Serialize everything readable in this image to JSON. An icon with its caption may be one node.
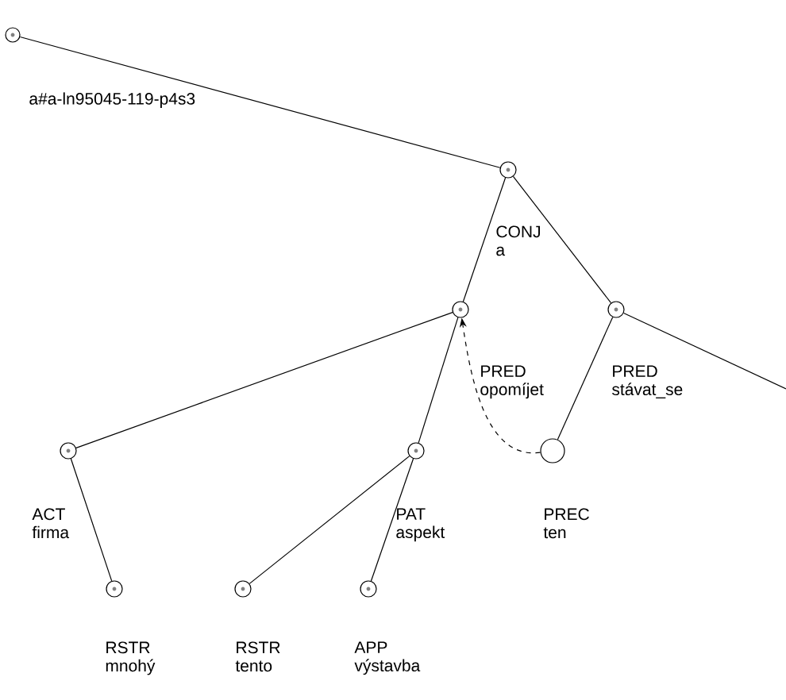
{
  "diagram": {
    "nodes": [
      {
        "text": [
          "a#a-ln95045-119-p4s3"
        ]
      },
      {
        "text": [
          "CONJ",
          "a"
        ]
      },
      {
        "text": [
          "PRED",
          "opomíjet"
        ]
      },
      {
        "text": [
          "PRED",
          "stávat_se"
        ]
      },
      {
        "text": [
          "ACT",
          "firma"
        ]
      },
      {
        "text": [
          "PAT",
          "aspekt"
        ]
      },
      {
        "text": [
          "PREC",
          "ten"
        ]
      },
      {
        "text": [
          "RSTR",
          "mnohý"
        ]
      },
      {
        "text": [
          "RSTR",
          "tento"
        ]
      },
      {
        "text": [
          "APP",
          "výstavba"
        ]
      }
    ],
    "edges": [
      {
        "from": 0,
        "to": 1,
        "arrow": "none"
      },
      {
        "from": 1,
        "to": 2,
        "arrow": "none"
      },
      {
        "from": 1,
        "to": 3,
        "arrow": "none"
      },
      {
        "from": 3,
        "to": null,
        "arrow": "none"
      },
      {
        "from": 2,
        "to": 4,
        "arrow": "none"
      },
      {
        "from": 2,
        "to": 5,
        "arrow": "none"
      },
      {
        "from": 3,
        "to": 6,
        "arrow": "none"
      },
      {
        "from": 4,
        "to": 7,
        "arrow": "none"
      },
      {
        "from": 5,
        "to": 8,
        "arrow": "none"
      },
      {
        "from": 5,
        "to": 9,
        "arrow": "none"
      },
      {
        "from": 6,
        "to": 2,
        "arrow": "to",
        "style": "dashed"
      }
    ]
  }
}
